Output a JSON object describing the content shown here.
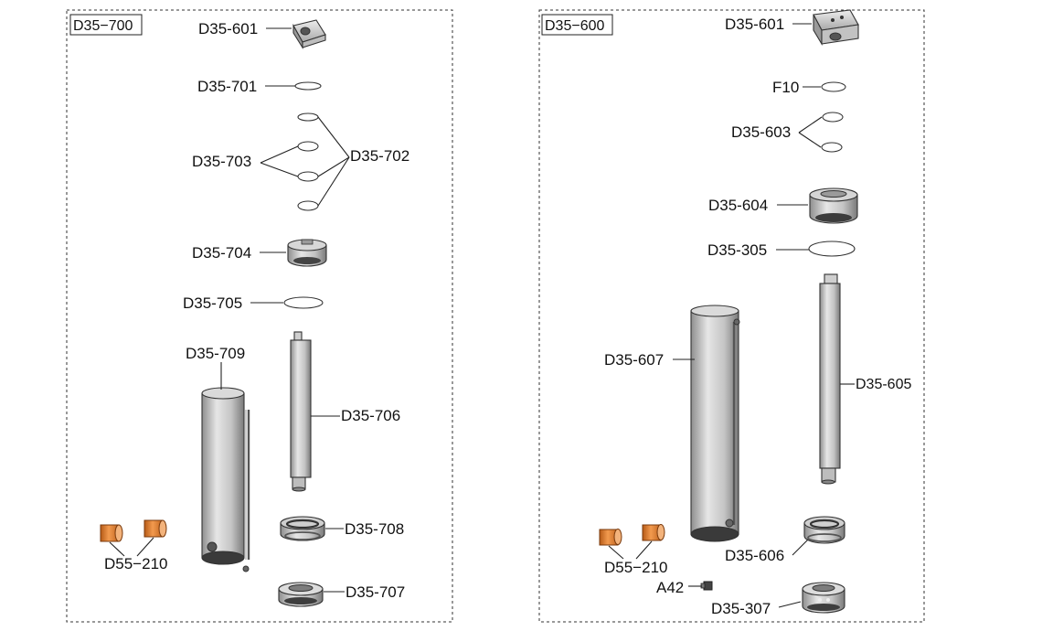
{
  "assemblies": [
    {
      "title": "D35−700",
      "labels": {
        "d35_601": "D35-601",
        "d35_701": "D35-701",
        "d35_702": "D35-702",
        "d35_703": "D35-703",
        "d35_704": "D35-704",
        "d35_705": "D35-705",
        "d35_709": "D35-709",
        "d35_706": "D35-706",
        "d35_708": "D35-708",
        "d35_707": "D35-707",
        "d55_210": "D55−210"
      }
    },
    {
      "title": "D35−600",
      "labels": {
        "d35_601": "D35-601",
        "f10": "F10",
        "d35_603": "D35-603",
        "d35_604": "D35-604",
        "d35_305": "D35-305",
        "d35_607": "D35-607",
        "d35_605": "D35-605",
        "d55_210": "D55−210",
        "d35_606": "D35-606",
        "a42": "A42",
        "d35_307": "D35-307"
      }
    }
  ],
  "colors": {
    "metal_light": "#d9d9d9",
    "metal_dark": "#8c8c8c",
    "bushing": "#e07a2a",
    "line": "#222222"
  }
}
